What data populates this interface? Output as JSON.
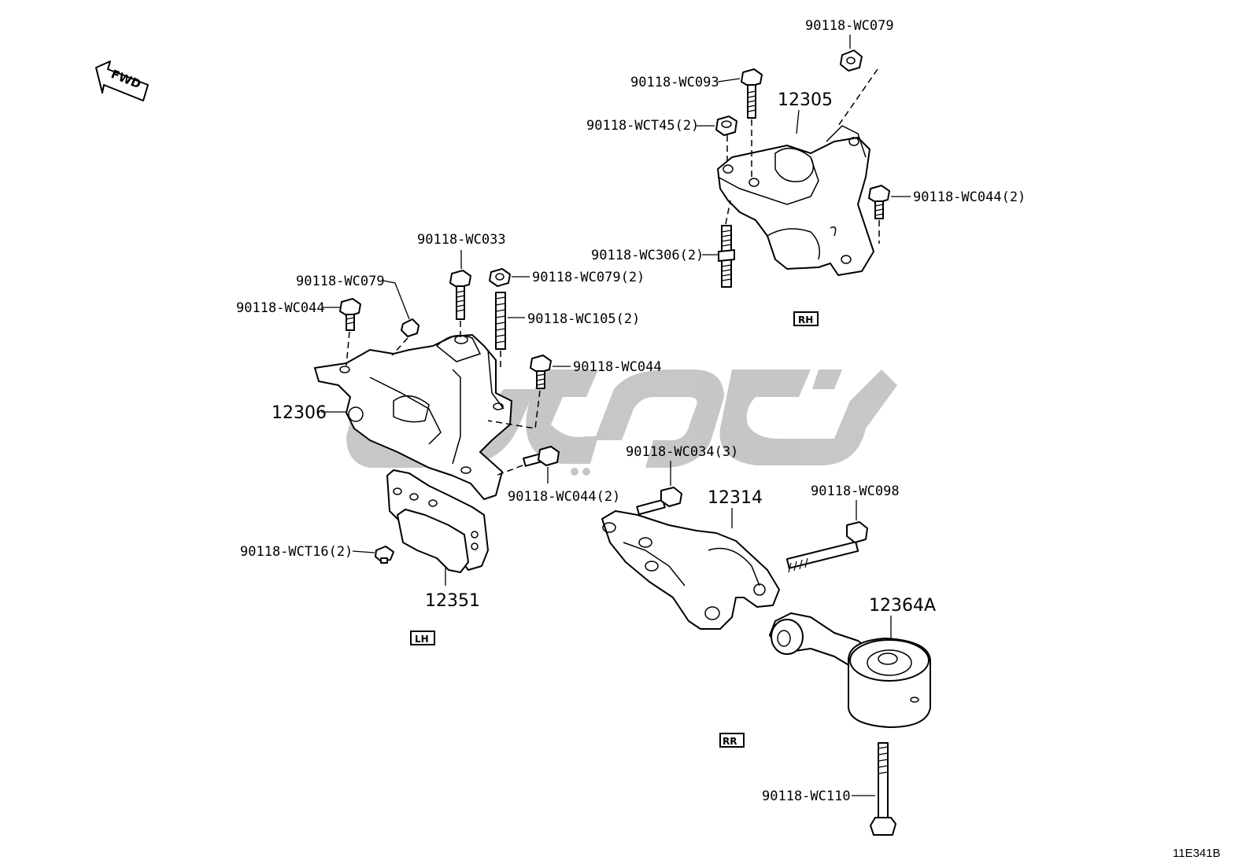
{
  "fwd_label": "FWD",
  "diagram_code": "11E341B",
  "watermark_colors": {
    "primary": "#b9b9b9"
  },
  "groups": {
    "rh": "RH",
    "lh": "LH",
    "rr": "RR"
  },
  "parts": {
    "p12305": "12305",
    "p12306": "12306",
    "p12314": "12314",
    "p12351": "12351",
    "p12364A": "12364A"
  },
  "fasteners": {
    "rh_nut_top": "90118-WC079",
    "rh_bolt_093": "90118-WC093",
    "rh_nut_t45": "90118-WCT45(2)",
    "rh_bolt_044_2": "90118-WC044(2)",
    "rh_stud_306": "90118-WC306(2)",
    "lh_bolt_033": "90118-WC033",
    "lh_nut_079": "90118-WC079",
    "lh_bolt_044": "90118-WC044",
    "lh_nut_079_2": "90118-WC079(2)",
    "lh_stud_105": "90118-WC105(2)",
    "lh_bolt_044_b": "90118-WC044",
    "lh_bolt_044_2": "90118-WC044(2)",
    "lh_screw_t16": "90118-WCT16(2)",
    "rr_bolt_034": "90118-WC034(3)",
    "rr_bolt_098": "90118-WC098",
    "rr_bolt_110": "90118-WC110"
  }
}
